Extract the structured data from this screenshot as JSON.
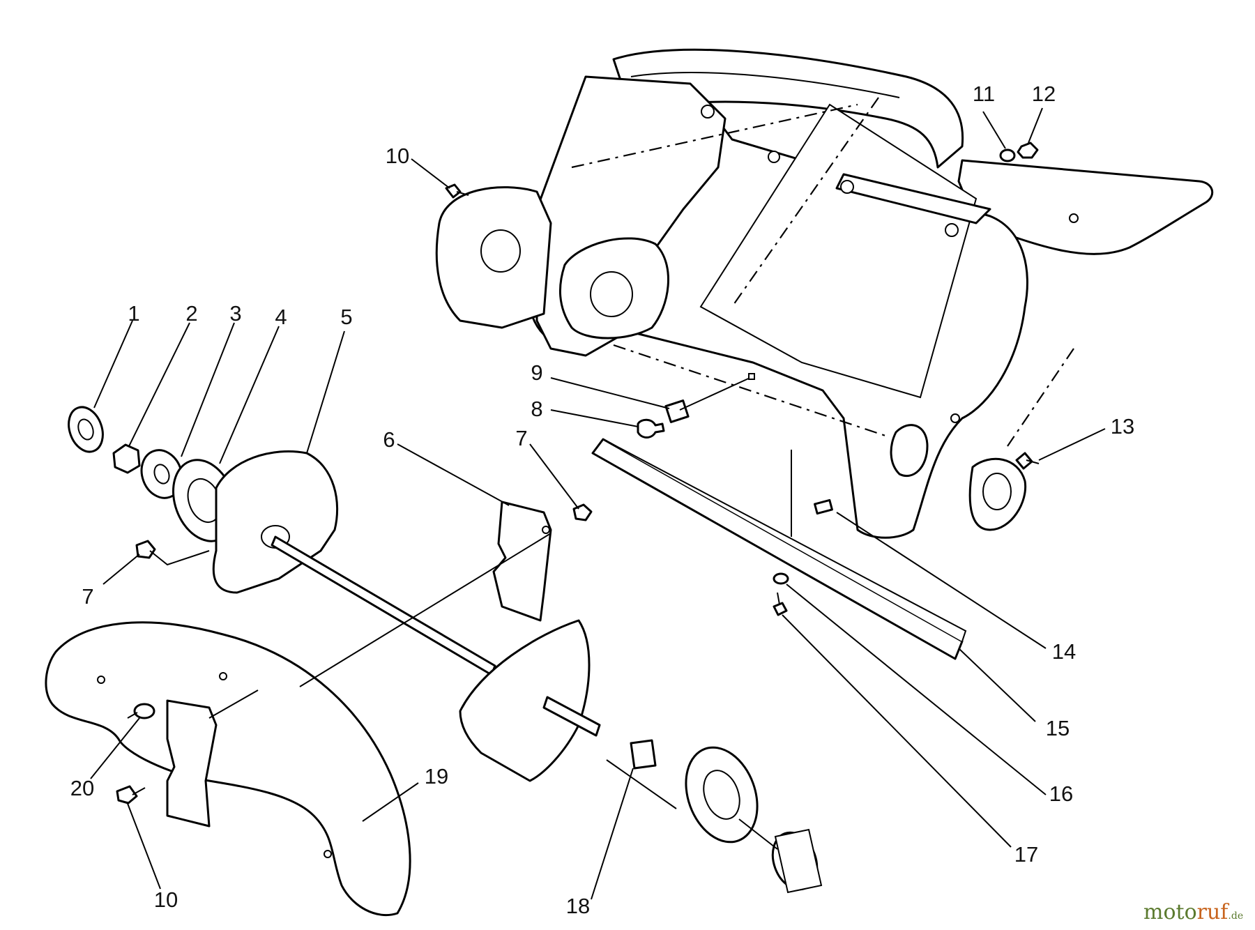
{
  "callouts": [
    {
      "id": "c1",
      "label": "1"
    },
    {
      "id": "c2",
      "label": "2"
    },
    {
      "id": "c3",
      "label": "3"
    },
    {
      "id": "c4",
      "label": "4"
    },
    {
      "id": "c5",
      "label": "5"
    },
    {
      "id": "c6",
      "label": "6"
    },
    {
      "id": "c7a",
      "label": "7"
    },
    {
      "id": "c7b",
      "label": "7"
    },
    {
      "id": "c8",
      "label": "8"
    },
    {
      "id": "c9",
      "label": "9"
    },
    {
      "id": "c10a",
      "label": "10"
    },
    {
      "id": "c10b",
      "label": "10"
    },
    {
      "id": "c11",
      "label": "11"
    },
    {
      "id": "c12",
      "label": "12"
    },
    {
      "id": "c13",
      "label": "13"
    },
    {
      "id": "c14",
      "label": "14"
    },
    {
      "id": "c15",
      "label": "15"
    },
    {
      "id": "c16",
      "label": "16"
    },
    {
      "id": "c17",
      "label": "17"
    },
    {
      "id": "c18",
      "label": "18"
    },
    {
      "id": "c19",
      "label": "19"
    },
    {
      "id": "c20",
      "label": "20"
    }
  ],
  "watermark": {
    "part1": "moto",
    "part2": "ruf",
    "suffix": ".de",
    "color_main": "#5b7a2e",
    "color_accent": "#c8641e"
  }
}
